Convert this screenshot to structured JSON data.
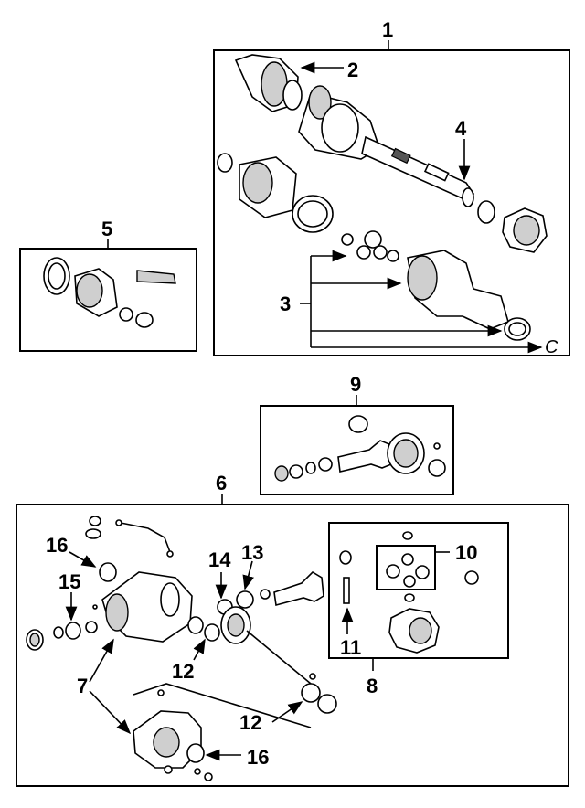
{
  "callouts": {
    "n1": "1",
    "n2": "2",
    "n3": "3",
    "n4": "4",
    "n5": "5",
    "n6": "6",
    "n7": "7",
    "n8": "8",
    "n9": "9",
    "n10": "10",
    "n11": "11",
    "n12a": "12",
    "n12b": "12",
    "n13": "13",
    "n14": "14",
    "n15": "15",
    "n16a": "16",
    "n16b": "16",
    "c": "C"
  }
}
